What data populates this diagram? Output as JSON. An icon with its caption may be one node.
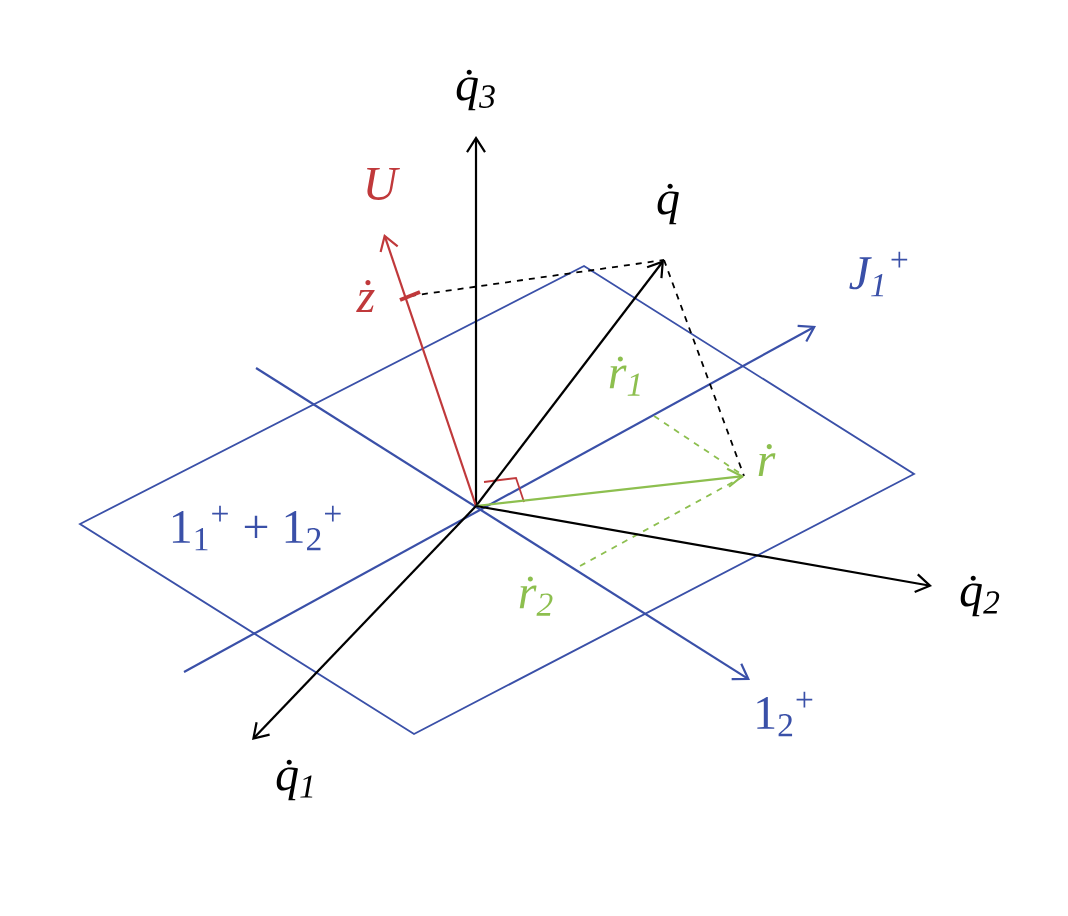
{
  "diagram": {
    "labels": [
      "q̇$_{3}$",
      "U",
      "q̇",
      "ż",
      "J$_{1}$$^{+}$",
      "ṙ$_{1}$",
      "ṙ",
      "1$_{1}$$^{+}$ + 1$_{2}$$^{+}$",
      "ṙ$_{2}$",
      "q̇$_{2}$",
      "1$_{2}$$^{+}$",
      "q̇$_{1}$"
    ]
  }
}
